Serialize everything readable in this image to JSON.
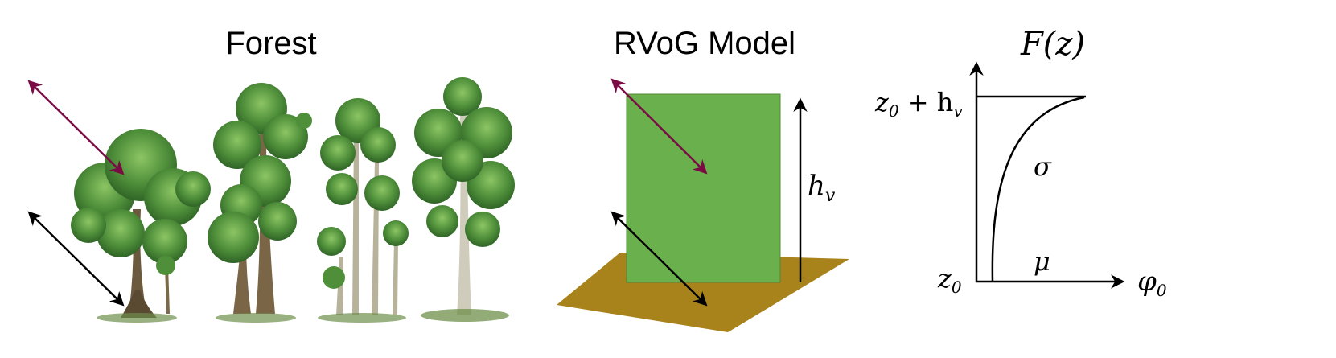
{
  "panels": {
    "forest": {
      "title": "Forest"
    },
    "rvog": {
      "title": "RVoG Model",
      "height_label": "h",
      "height_sub": "v"
    },
    "profile": {
      "title": "F(z)",
      "top_label_main": "z",
      "top_label_sub": "0",
      "top_label_plus": " + h",
      "top_label_sub2": "v",
      "bottom_label_main": "z",
      "bottom_label_sub": "0",
      "x_label_main": "φ",
      "x_label_sub": "0",
      "sigma_label": "σ",
      "mu_label": "μ"
    }
  },
  "colors": {
    "arrow_dark": "#000000",
    "arrow_wine": "#7a0b45",
    "volume_green": "#6ab04c",
    "ground_brown": "#a8831c"
  }
}
